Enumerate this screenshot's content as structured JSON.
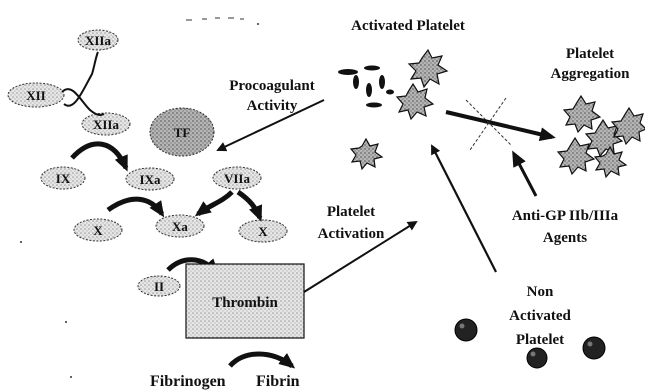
{
  "labels": {
    "activated_platelet": "Activated Platelet",
    "platelet_aggregation_line1": "Platelet",
    "platelet_aggregation_line2": "Aggregation",
    "procoagulant_line1": "Procoagulant",
    "procoagulant_line2": "Activity",
    "platelet_activation_line1": "Platelet",
    "platelet_activation_line2": "Activation",
    "anti_gp_line1": "Anti-GP IIb/IIIa",
    "anti_gp_line2": "Agents",
    "non_activated_line1": "Non",
    "non_activated_line2": "Activated",
    "non_activated_line3": "Platelet",
    "fibrinogen": "Fibrinogen",
    "fibrin": "Fibrin",
    "thrombin": "Thrombin"
  },
  "factors": {
    "xii": "XII",
    "xiia_top": "XIIa",
    "xiia_mid": "XIIa",
    "tf": "TF",
    "ix": "IX",
    "ixa": "IXa",
    "viia": "VIIa",
    "x_left": "X",
    "xa": "Xa",
    "x_right": "X",
    "ii": "II"
  },
  "colors": {
    "ink": "#111111",
    "oval_fill": "#dcdcdc",
    "thrombin_fill": "#d6d6d6",
    "tf_fill": "#bdbdbd",
    "platelet_fill": "#8a8a8a"
  }
}
